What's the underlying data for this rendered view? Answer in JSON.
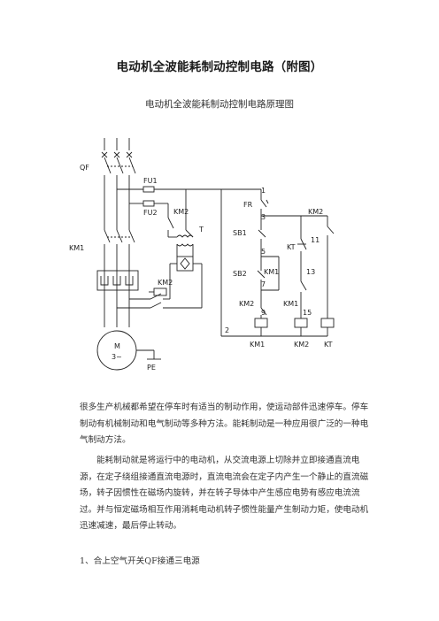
{
  "document": {
    "title": "电动机全波能耗制动控制电路（附图）",
    "figure_caption": "电动机全波能耗制动控制电路原理图",
    "paragraphs": [
      "很多生产机械都希望在停车时有适当的制动作用，使运动部件迅速停车。停车制动有机械制动和电气制动等多种方法。能耗制动是一种应用很广泛的一种电气制动方法。",
      "能耗制动就是将运行中的电动机，从交流电源上切除并立即接通直流电源，在定子绕组接通直流电源时，直流电流会在定子内产生一个静止的直流磁场，转子因惯性在磁场内旋转，并在转子导体中产生感应电势有感应电流流过。并与恒定磁场相互作用消耗电动机转子惯性能量产生制动力矩，使电动机迅速减速，最后停止转动。"
    ],
    "step_1": "1、合上空气开关QF接通三电源"
  },
  "diagram": {
    "labels": {
      "qf": "QF",
      "fu1": "FU1",
      "fu2": "FU2",
      "km2_top": "KM2",
      "t": "T",
      "km1_main": "KM1",
      "km2_mid": "KM2",
      "motor_m": "M",
      "motor_3": "3~",
      "pe": "PE",
      "fr": "FR",
      "sb1": "SB1",
      "sb2": "SB2",
      "km1_aux": "KM1",
      "km2_aux_l": "KM2",
      "km1_aux_r": "KM1",
      "km2_aux_r": "KM2",
      "kt_contact": "KT",
      "coil_km1": "KM1",
      "coil_km2": "KM2",
      "coil_kt": "KT",
      "n1": "1",
      "n2": "2",
      "n3": "3",
      "n5": "5",
      "n7": "7",
      "n9": "9",
      "n11": "11",
      "n13": "13",
      "n15": "15"
    }
  }
}
